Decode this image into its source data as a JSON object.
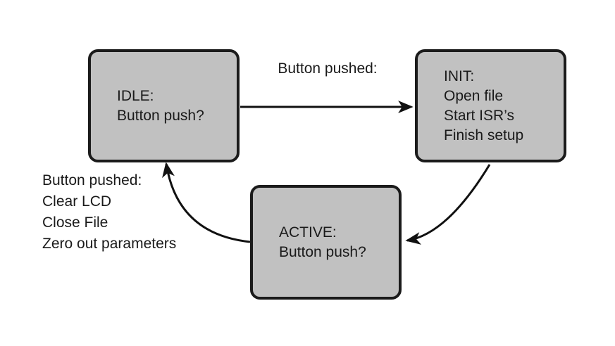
{
  "colors": {
    "background": "#ffffff",
    "node_fill": "#c1c1c1",
    "node_border": "#1b1b1b",
    "arrow": "#111111",
    "text": "#1a1a1a"
  },
  "states": {
    "idle": {
      "name": "IDLE:",
      "lines": [
        "Button push?"
      ]
    },
    "init": {
      "name": "INIT:",
      "lines": [
        "Open file",
        "Start ISR’s",
        "Finish setup"
      ]
    },
    "active": {
      "name": "ACTIVE:",
      "lines": [
        "Button push?"
      ]
    }
  },
  "transitions": {
    "idle_to_init": {
      "label": "Button pushed:"
    },
    "active_to_idle": {
      "label": "Button pushed:",
      "actions": [
        "Clear LCD",
        "Close File",
        "Zero out parameters"
      ]
    }
  }
}
